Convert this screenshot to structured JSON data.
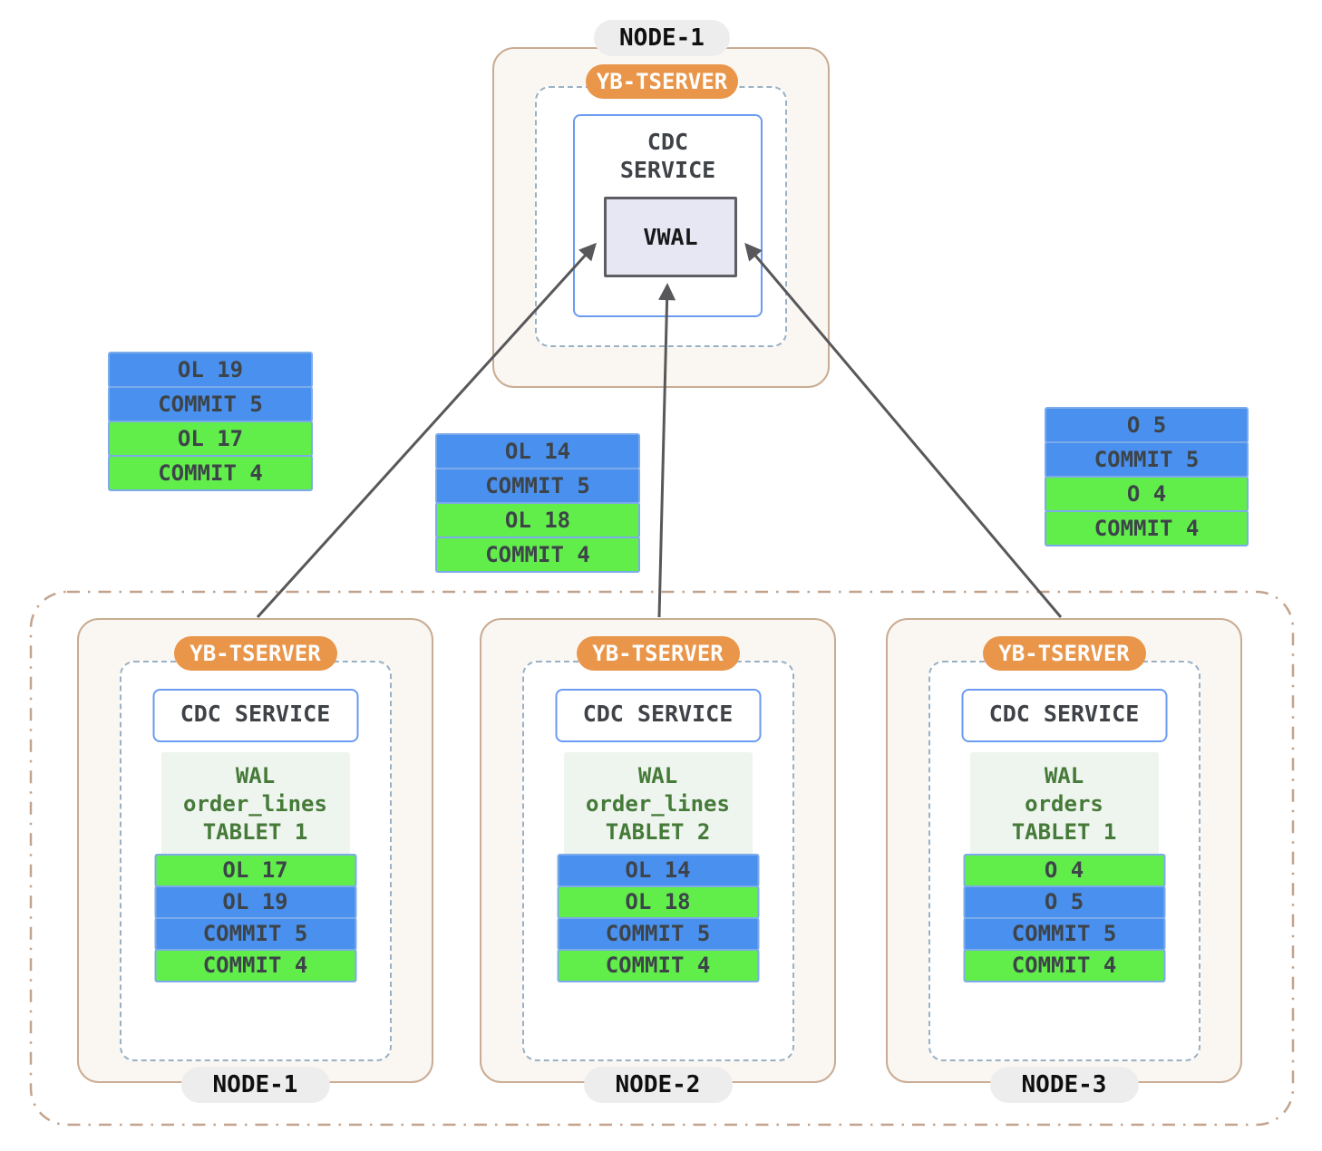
{
  "colors": {
    "record_blue": "#4a90ee",
    "record_green": "#62ee4a",
    "tserver_orange": "#e9964a",
    "node_border_tan": "#c9ac93",
    "cluster_boundary_tan": "#c2a38d",
    "dashed_blue_gray": "#9ab1c5",
    "cdc_border_blue": "#6b9bf2",
    "wal_text_green": "#457a38",
    "arrow_gray": "#58585a"
  },
  "top_node": {
    "title": "NODE-1",
    "tserver": "YB-TSERVER",
    "cdc_line1": "CDC",
    "cdc_line2": "SERVICE",
    "vwal": "VWAL"
  },
  "floating_stacks": {
    "left": {
      "records": [
        {
          "label": "OL 19",
          "color": "blue"
        },
        {
          "label": "COMMIT 5",
          "color": "blue"
        },
        {
          "label": "OL 17",
          "color": "green"
        },
        {
          "label": "COMMIT 4",
          "color": "green"
        }
      ]
    },
    "middle": {
      "records": [
        {
          "label": "OL 14",
          "color": "blue"
        },
        {
          "label": "COMMIT 5",
          "color": "blue"
        },
        {
          "label": "OL 18",
          "color": "green"
        },
        {
          "label": "COMMIT 4",
          "color": "green"
        }
      ]
    },
    "right": {
      "records": [
        {
          "label": "O 5",
          "color": "blue"
        },
        {
          "label": "COMMIT 5",
          "color": "blue"
        },
        {
          "label": "O 4",
          "color": "green"
        },
        {
          "label": "COMMIT 4",
          "color": "green"
        }
      ]
    }
  },
  "cluster": {
    "nodes": [
      {
        "title": "NODE-1",
        "tserver": "YB-TSERVER",
        "cdc": "CDC SERVICE",
        "wal_line1": "WAL",
        "wal_line2": "order_lines",
        "wal_line3": "TABLET 1",
        "records": [
          {
            "label": "OL 17",
            "color": "green"
          },
          {
            "label": "OL 19",
            "color": "blue"
          },
          {
            "label": "COMMIT 5",
            "color": "blue"
          },
          {
            "label": "COMMIT 4",
            "color": "green"
          }
        ]
      },
      {
        "title": "NODE-2",
        "tserver": "YB-TSERVER",
        "cdc": "CDC SERVICE",
        "wal_line1": "WAL",
        "wal_line2": "order_lines",
        "wal_line3": "TABLET 2",
        "records": [
          {
            "label": "OL 14",
            "color": "blue"
          },
          {
            "label": "OL 18",
            "color": "green"
          },
          {
            "label": "COMMIT 5",
            "color": "blue"
          },
          {
            "label": "COMMIT 4",
            "color": "green"
          }
        ]
      },
      {
        "title": "NODE-3",
        "tserver": "YB-TSERVER",
        "cdc": "CDC SERVICE",
        "wal_line1": "WAL",
        "wal_line2": "orders",
        "wal_line3": "TABLET 1",
        "records": [
          {
            "label": "O 4",
            "color": "green"
          },
          {
            "label": "O 5",
            "color": "blue"
          },
          {
            "label": "COMMIT 5",
            "color": "blue"
          },
          {
            "label": "COMMIT 4",
            "color": "green"
          }
        ]
      }
    ]
  }
}
